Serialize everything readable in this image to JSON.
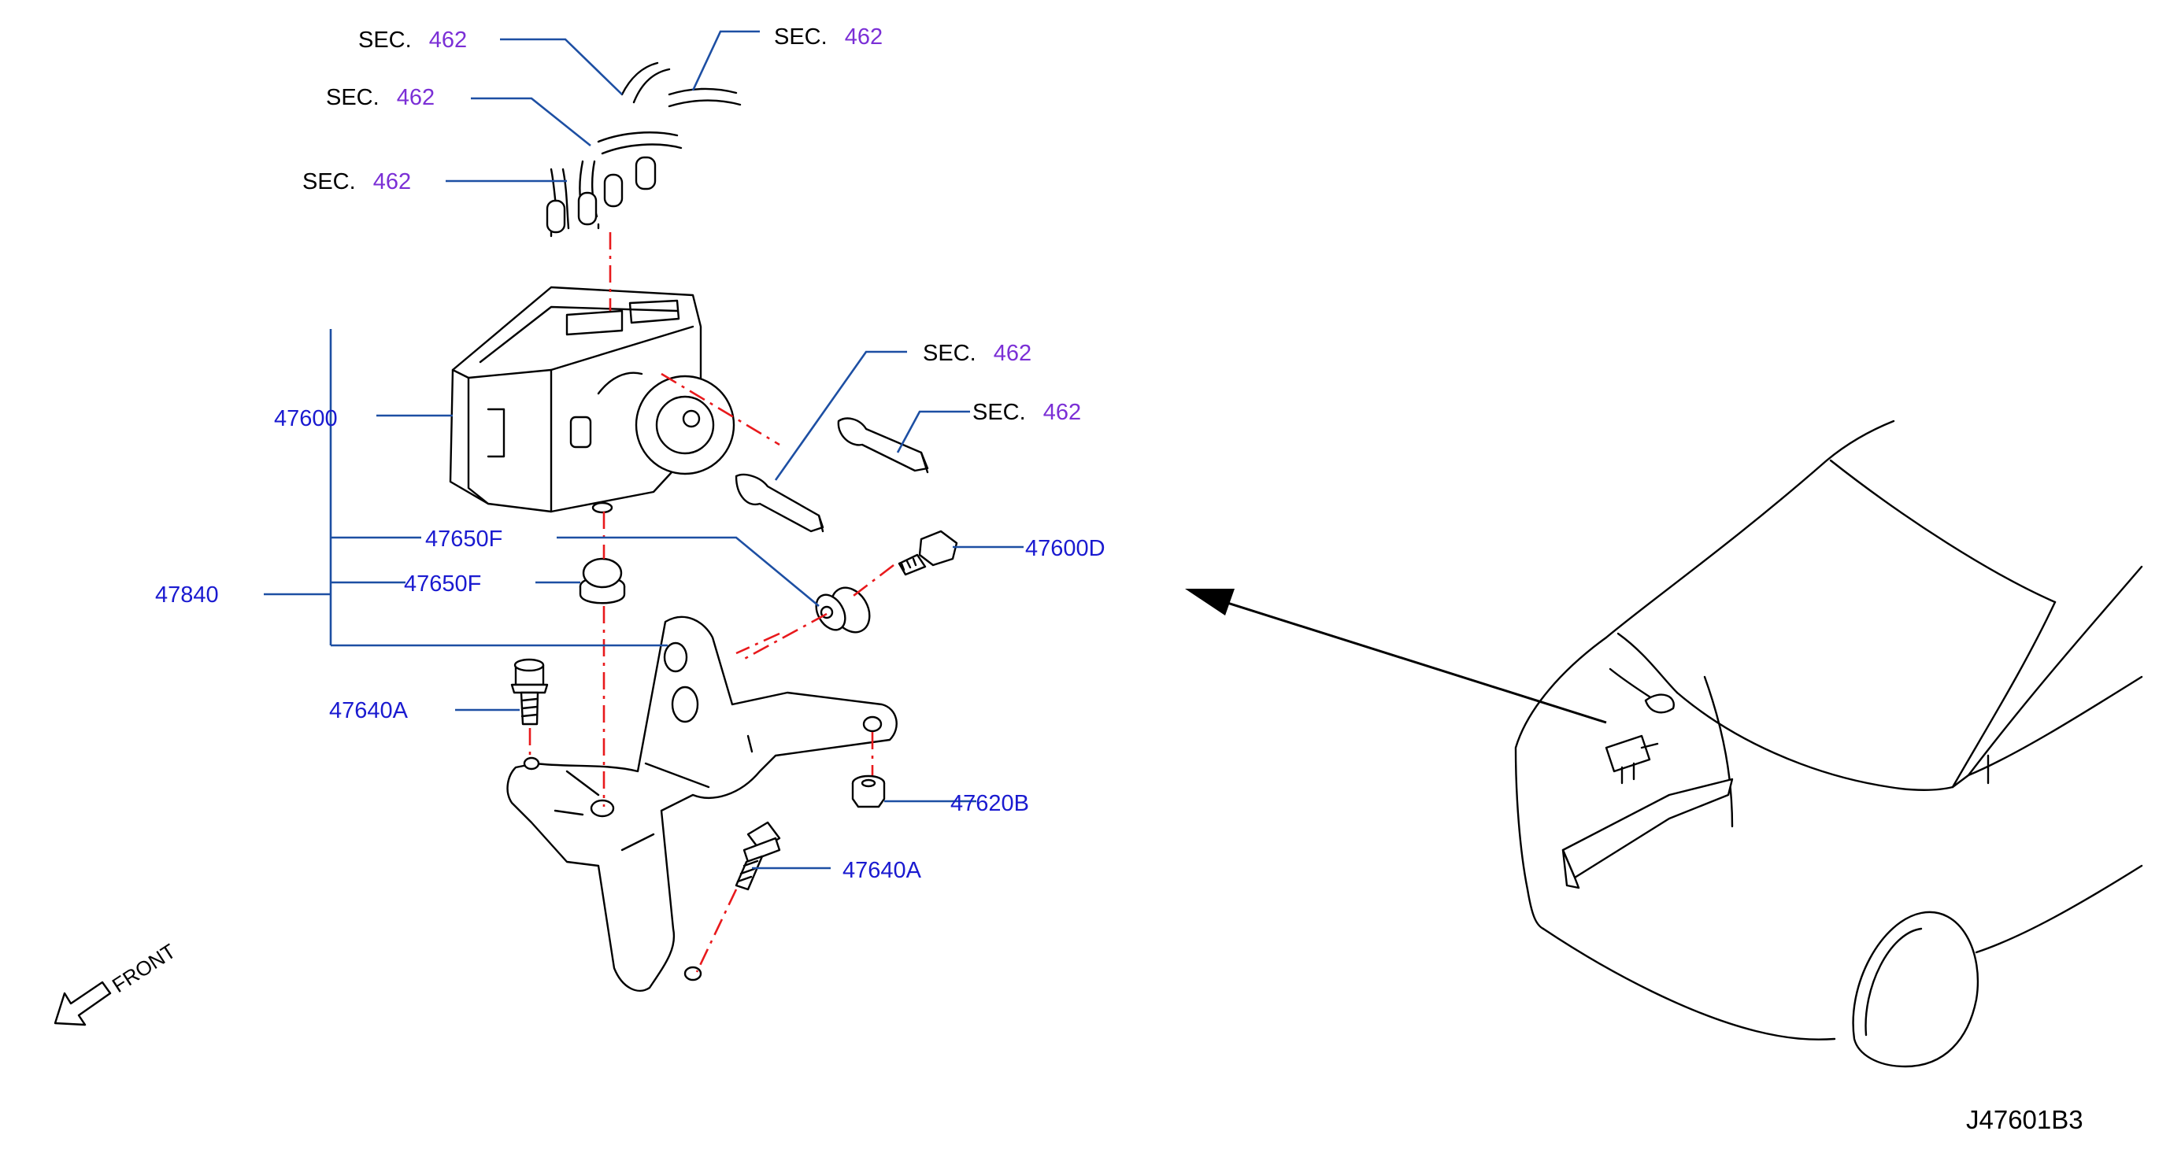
{
  "diagram_code": "J47601B3",
  "front_label": "FRONT",
  "sec_refs": [
    {
      "prefix": "SEC.",
      "number": "462"
    },
    {
      "prefix": "SEC.",
      "number": "462"
    },
    {
      "prefix": "SEC.",
      "number": "462"
    },
    {
      "prefix": "SEC.",
      "number": "462"
    },
    {
      "prefix": "SEC.",
      "number": "462"
    },
    {
      "prefix": "SEC.",
      "number": "462"
    }
  ],
  "parts": {
    "abs_actuator": "47600",
    "bushing_upper": "47650F",
    "bushing_lower": "47650F",
    "bracket_assembly": "47840",
    "bolt_side": "47600D",
    "bolt_left": "47640A",
    "bolt_bottom": "47640A",
    "nut": "47620B"
  },
  "colors": {
    "leader": "#1d4fa3",
    "part_number": "#1a1ad0",
    "section_number": "#7b2fd6",
    "centerline": "#e8191c"
  }
}
